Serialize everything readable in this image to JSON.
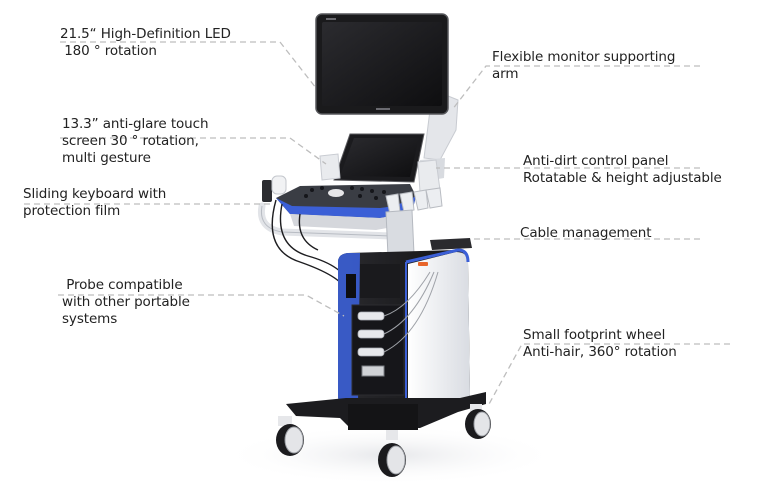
{
  "diagram": {
    "subject": "Cart-based ultrasound system",
    "colors": {
      "leader_line": "#bdbdbd",
      "text": "#222222",
      "accent_blue": "#3b5fd6",
      "accent_orange": "#e8652a",
      "body_dark": "#1f1f22",
      "body_white": "#f2f3f5"
    },
    "callouts": [
      {
        "id": "monitor",
        "side": "left",
        "lines": [
          "21.5“ High-Definition LED",
          " 180 ° rotation"
        ]
      },
      {
        "id": "touch-screen",
        "side": "left",
        "lines": [
          "13.3” anti-glare touch",
          "screen 30 ° rotation,",
          "multi gesture"
        ]
      },
      {
        "id": "keyboard",
        "side": "left",
        "lines": [
          "Sliding keyboard with",
          "protection film"
        ]
      },
      {
        "id": "probe",
        "side": "left",
        "lines": [
          " Probe compatible",
          "with other portable",
          "systems"
        ]
      },
      {
        "id": "monitor-arm",
        "side": "right",
        "lines": [
          "Flexible monitor supporting",
          "arm"
        ]
      },
      {
        "id": "control-panel",
        "side": "right",
        "lines": [
          "Anti-dirt control panel",
          "Rotatable & height adjustable"
        ]
      },
      {
        "id": "cable",
        "side": "right",
        "lines": [
          "Cable management"
        ]
      },
      {
        "id": "wheel",
        "side": "right",
        "lines": [
          "Small footprint wheel",
          "Anti-hair, 360° rotation"
        ]
      }
    ]
  }
}
